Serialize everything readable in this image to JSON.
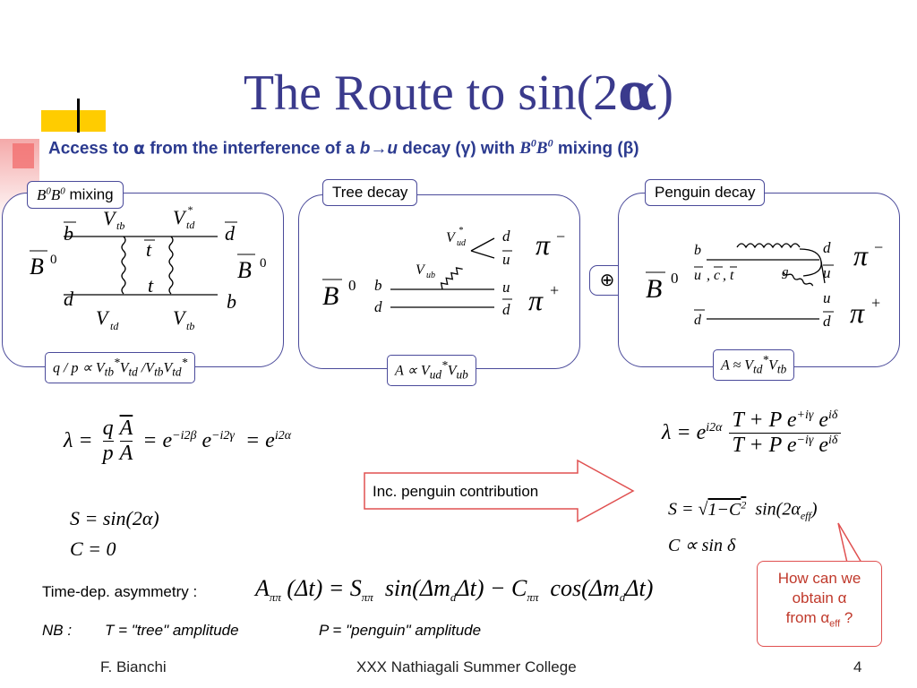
{
  "title_text": "The Route to sin(2α)",
  "subtitle_text": "Access to α from the interference of a b→u decay (γ) with B0B0 mixing (β)",
  "panels": {
    "mixing_label": "B0B0 mixing",
    "mixing_amp": "q / p ∝ V*tbVtd / VtbV*td",
    "tree_label": "Tree decay",
    "tree_amp": "A ∝ V*udVub",
    "penguin_label": "Penguin decay",
    "penguin_amp": "A ≈ V*tdVtb"
  },
  "oplus_symbol": "⊕",
  "equations": {
    "lambda_simple": "λ = (q/p)(Ā/A) = e^{−i2β} e^{−i2γ} = e^{i2α}",
    "s_simple": "S = sin(2α)",
    "c_simple": "C = 0",
    "lambda_penguin": "λ = e^{i2α} (T + P e^{+iγ} e^{iδ}) / (T + P e^{−iγ} e^{iδ})",
    "s_penguin": "S = √(1−C²) sin(2α_eff)",
    "c_penguin": "C ∝ sin δ"
  },
  "arrow_text": "Inc. penguin contribution",
  "callout_text": "How can we obtain α from αeff ?",
  "asymmetry_label": "Time-dep. asymmetry :",
  "asymmetry_formula": "Aππ(Δt) = Sππ sin(Δmd Δt) − Cππ cos(Δmd Δt)",
  "nb_label": "NB :",
  "nb_tree": "T = \"tree\" amplitude",
  "nb_penguin": "P = \"penguin\" amplitude",
  "footer": {
    "author": "F. Bianchi",
    "event": "XXX Nathiagali Summer College",
    "page": "4"
  },
  "colors": {
    "title": "#3a3a8c",
    "accent_yellow": "#ffcc00",
    "accent_red": "#d9534f",
    "panel_border": "#4a4a9a"
  }
}
